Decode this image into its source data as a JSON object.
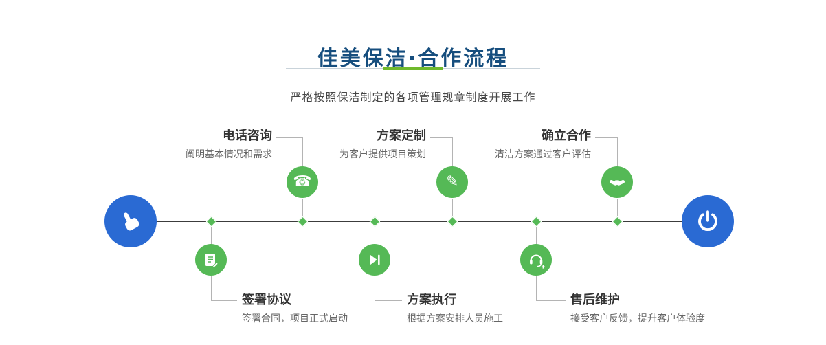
{
  "header": {
    "title": "佳美保洁·合作流程",
    "subtitle": "严格按照保洁制定的各项管理规章制度开展工作"
  },
  "steps_top": [
    {
      "title": "电话咨询",
      "desc": "阐明基本情况和需求",
      "icon": "phone-icon"
    },
    {
      "title": "方案定制",
      "desc": "为客户提供项目策划",
      "icon": "pencil-icon"
    },
    {
      "title": "确立合作",
      "desc": "清洁方案通过客户评估",
      "icon": "handshake-icon"
    }
  ],
  "steps_bottom": [
    {
      "title": "签署协议",
      "desc": "签署合同，项目正式启动",
      "icon": "document-sign-icon"
    },
    {
      "title": "方案执行",
      "desc": "根据方案安排人员施工",
      "icon": "play-icon"
    },
    {
      "title": "售后维护",
      "desc": "接受客户反馈，提升客户体验度",
      "icon": "headset-icon"
    }
  ],
  "endpoints": {
    "start_icon": "pointer-hand-icon",
    "end_icon": "power-icon"
  },
  "colors": {
    "accent_green": "#55b956",
    "divider_green": "#6fb92c",
    "accent_blue": "#2a6ad3",
    "title_blue": "#164e7e",
    "timeline": "#3c3c3c"
  }
}
